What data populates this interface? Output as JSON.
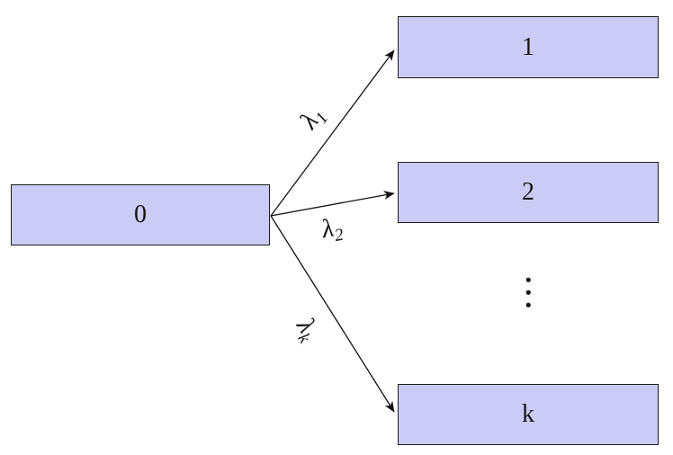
{
  "figure": {
    "type": "state-transition-diagram",
    "background": "#ffffff"
  },
  "nodes": [
    {
      "id": "state-0",
      "label": "0"
    },
    {
      "id": "state-1",
      "label": "1"
    },
    {
      "id": "state-2",
      "label": "2"
    },
    {
      "id": "state-k",
      "label": "k"
    }
  ],
  "edges": [
    {
      "from": "0",
      "to": "1",
      "label_base": "λ",
      "label_sub": "1"
    },
    {
      "from": "0",
      "to": "2",
      "label_base": "λ",
      "label_sub": "2"
    },
    {
      "from": "0",
      "to": "k",
      "label_base": "λ",
      "label_sub": "k"
    }
  ],
  "ellipsis": {
    "icon": "vertical-ellipsis",
    "symbol": "⋮"
  },
  "colors": {
    "node_fill": "#cbcbf5",
    "node_border": "#1c1c1c",
    "arrow": "#111111",
    "text": "#161616"
  }
}
